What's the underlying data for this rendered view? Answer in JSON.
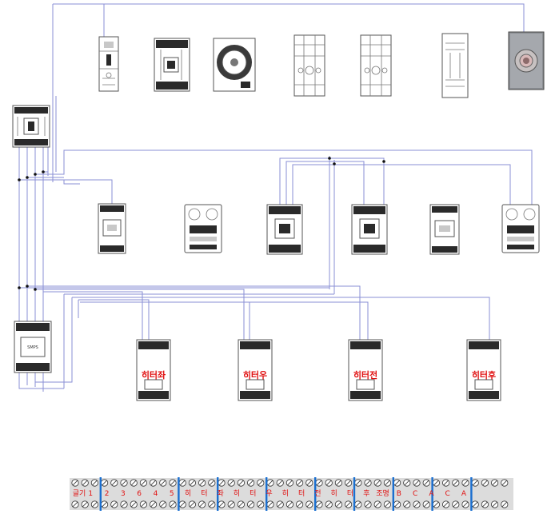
{
  "colors": {
    "wire": "#8a8fd6",
    "label_red": "#e01010",
    "divider_blue": "#1a6fd0",
    "terminal_bg": "#dcdcdc"
  },
  "heaters": [
    {
      "label": "히터좌"
    },
    {
      "label": "히터우"
    },
    {
      "label": "히터전"
    },
    {
      "label": "히터후"
    }
  ],
  "power_module": {
    "label": "SMPS"
  },
  "terminal_block": {
    "labels": [
      "글기",
      "1",
      "2",
      "3",
      "6",
      "4",
      "5",
      "히",
      "터",
      "좌",
      "히",
      "터",
      "우",
      "히",
      "터",
      "전",
      "히",
      "터",
      "후",
      "조명",
      "B",
      "C",
      "A",
      "C",
      "A"
    ]
  }
}
